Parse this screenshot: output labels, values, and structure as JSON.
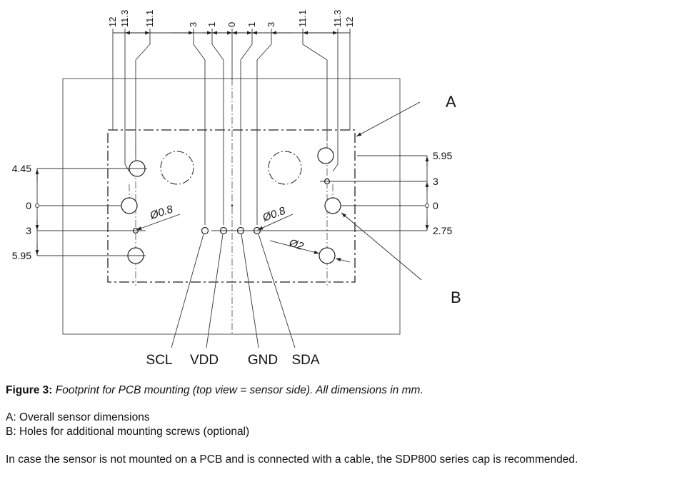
{
  "top_dimensions": [
    "12",
    "11.3",
    "11.1",
    "3",
    "1",
    "0",
    "1",
    "3",
    "11.1",
    "11.3",
    "12"
  ],
  "left_dimensions": [
    "4.45",
    "0",
    "3",
    "5.95"
  ],
  "right_dimensions": [
    "5.95",
    "3",
    "0",
    "2.75"
  ],
  "hole_labels": {
    "small_left": "Ø0.8",
    "small_right": "Ø0.8",
    "large": "Ø2"
  },
  "pins": [
    "SCL",
    "VDD",
    "GND",
    "SDA"
  ],
  "callouts": {
    "a": "A",
    "b": "B"
  },
  "caption": {
    "label": "Figure 3:",
    "text": " Footprint for PCB mounting (top view = sensor side). All dimensions in mm."
  },
  "notes": {
    "a": "A: Overall sensor dimensions",
    "b": "B: Holes for additional mounting screws (optional)",
    "cable": "In case the sensor is not mounted on a PCB and is connected with a cable, the SDP800 series cap is recommended."
  }
}
